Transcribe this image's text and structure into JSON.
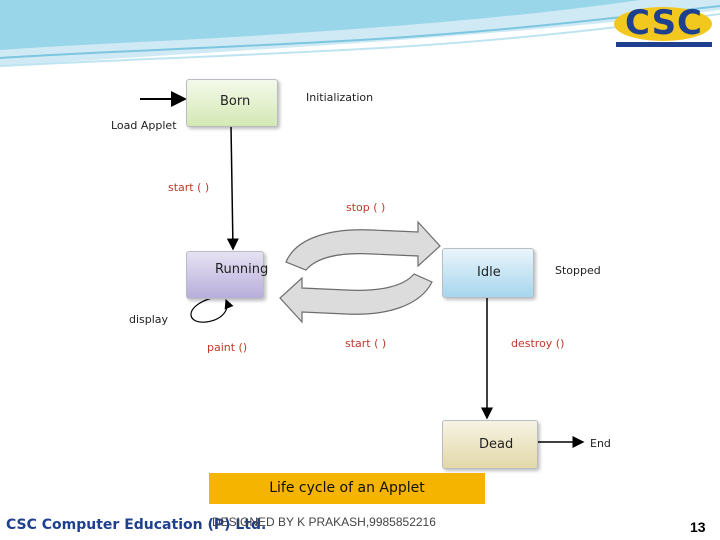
{
  "logo": {
    "text": "CSC"
  },
  "diagram": {
    "states": {
      "born": "Born",
      "running": "Running",
      "idle": "Idle",
      "dead": "Dead"
    },
    "labels": {
      "initialization": "Initialization",
      "load_applet": "Load Applet",
      "start_1": "start ( )",
      "stop": "stop ( )",
      "stopped": "Stopped",
      "display": "display",
      "paint": "paint ()",
      "start_2": "start ( )",
      "destroy": "destroy ()",
      "end": "End"
    }
  },
  "caption": "Life cycle of an Applet",
  "footer": {
    "company": "CSC Computer Education (P) Ltd.",
    "designer": "DESIGNED BY K PRAKASH,9985852216",
    "page_number": "13"
  },
  "colors": {
    "header_wave": "#9ad6ea",
    "caption_bg": "#f5b400",
    "logo_blue": "#1f3f8f",
    "logo_yellow": "#f2c81e"
  }
}
